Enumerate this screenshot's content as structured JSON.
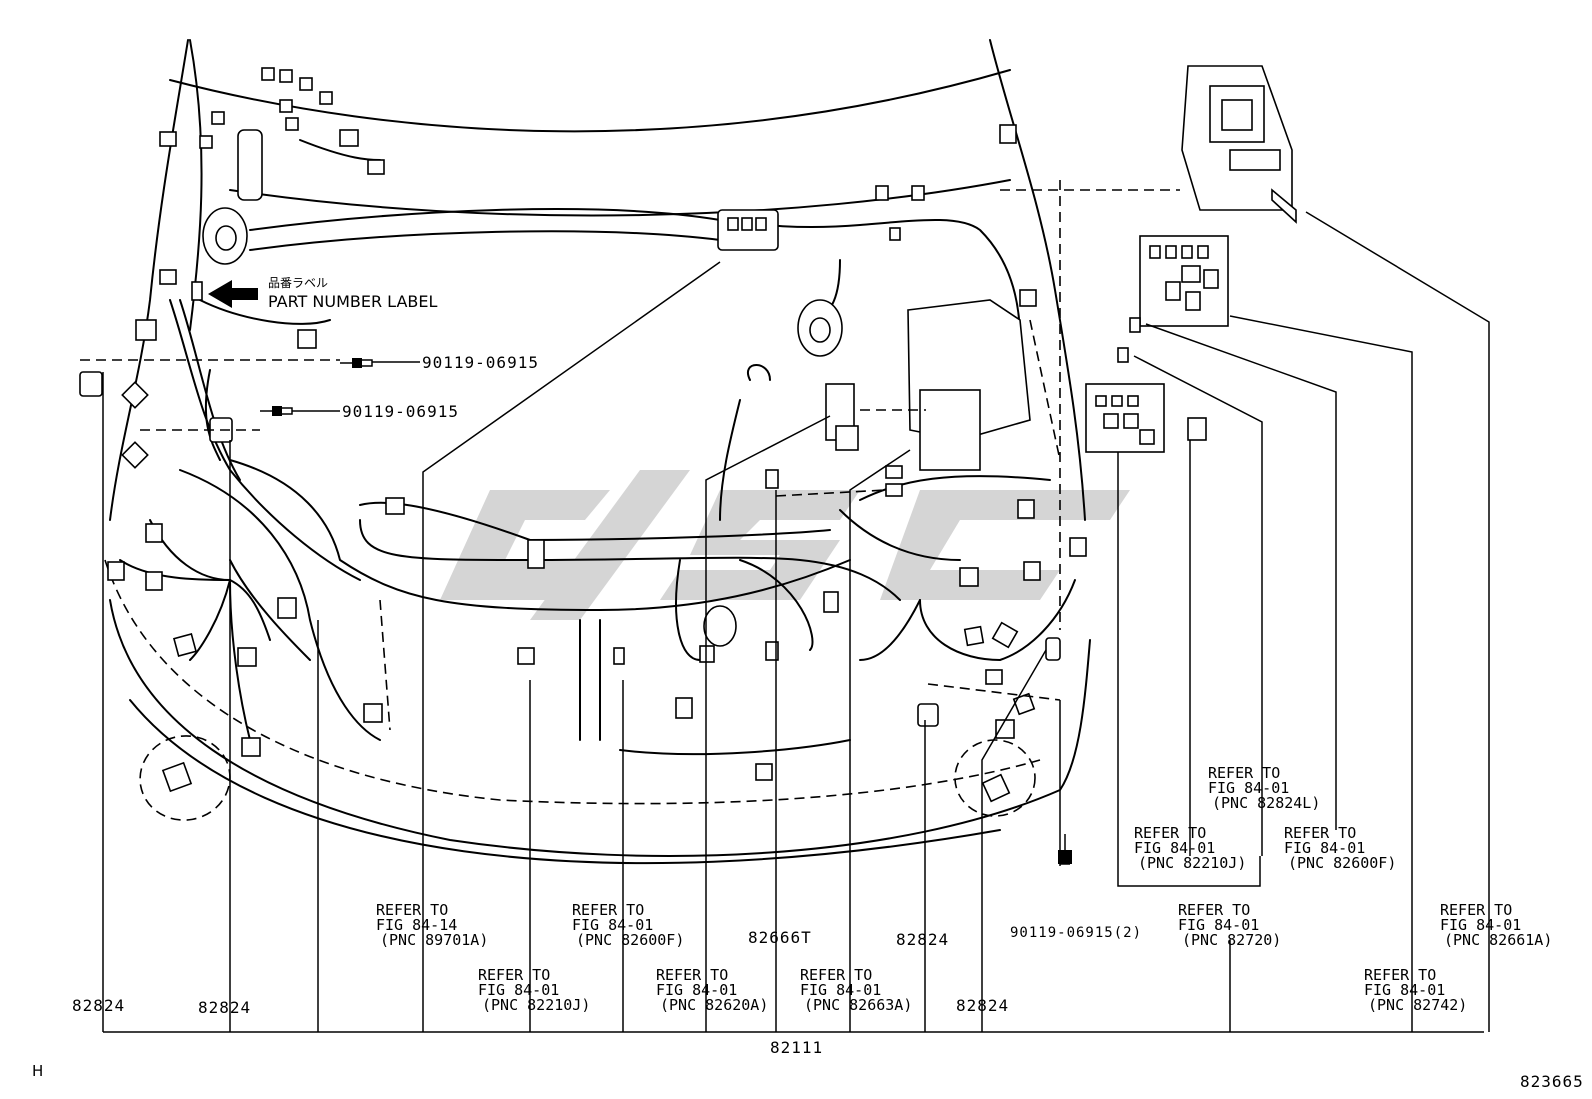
{
  "watermark": "c/SC",
  "part_label": {
    "jp": "品番ラベル",
    "en": "PART NUMBER LABEL"
  },
  "bolt_labels": {
    "upper": "90119-06915",
    "lower": "90119-06915",
    "bottom": "90119-06915(2)"
  },
  "main_part": "82111",
  "parts": {
    "p1": "82824",
    "p2": "82824",
    "p3": "82666T",
    "p4": "82824",
    "p5": "82824"
  },
  "refs": {
    "r_89701a": [
      "REFER TO",
      "FIG 84-14",
      "(PNC 89701A)"
    ],
    "r_82600f_a": [
      "REFER TO",
      "FIG 84-01",
      "(PNC 82600F)"
    ],
    "r_82210j_a": [
      "REFER TO",
      "FIG 84-01",
      "(PNC 82210J)"
    ],
    "r_82620a": [
      "REFER TO",
      "FIG 84-01",
      "(PNC 82620A)"
    ],
    "r_82663a": [
      "REFER TO",
      "FIG 84-01",
      "(PNC 82663A)"
    ],
    "r_82824l": [
      "REFER TO",
      "FIG 84-01",
      "(PNC 82824L)"
    ],
    "r_82210j_b": [
      "REFER TO",
      "FIG 84-01",
      "(PNC 82210J)"
    ],
    "r_82600f_b": [
      "REFER TO",
      "FIG 84-01",
      "(PNC 82600F)"
    ],
    "r_82720": [
      "REFER TO",
      "FIG 84-01",
      "(PNC 82720)"
    ],
    "r_82661a": [
      "REFER TO",
      "FIG 84-01",
      "(PNC 82661A)"
    ],
    "r_82742": [
      "REFER TO",
      "FIG 84-01",
      "(PNC 82742)"
    ]
  },
  "corner_left": "H",
  "figure_number": "823665"
}
